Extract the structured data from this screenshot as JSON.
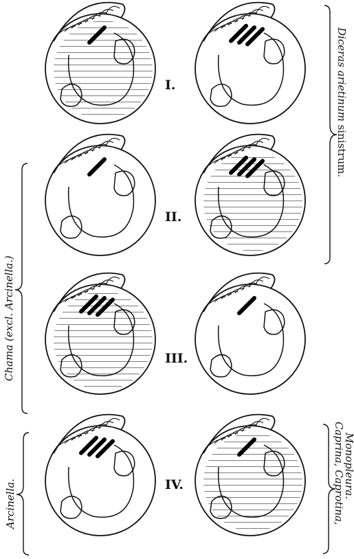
{
  "figures": [
    {
      "numeral": "I.",
      "left_hatched": true,
      "right_hatched": false,
      "left_teeth": 1,
      "right_teeth": 3
    },
    {
      "numeral": "II.",
      "left_hatched": false,
      "right_hatched": true,
      "left_teeth": 1,
      "right_teeth": 3
    },
    {
      "numeral": "III.",
      "left_hatched": true,
      "right_hatched": false,
      "left_teeth": 3,
      "right_teeth": 1
    },
    {
      "numeral": "IV.",
      "left_hatched": false,
      "right_hatched": true,
      "left_teeth": 3,
      "right_teeth": 1
    }
  ],
  "labels": {
    "diceras_italic": "Diceras arietinum",
    "diceras_upright": " sinistrum.",
    "chama": "Chama (excl. Arcinella.)",
    "arcinella": "Arcinella.",
    "caprina_line1": "Caprina, Caprotina,",
    "caprina_line2": "Monopleura."
  }
}
